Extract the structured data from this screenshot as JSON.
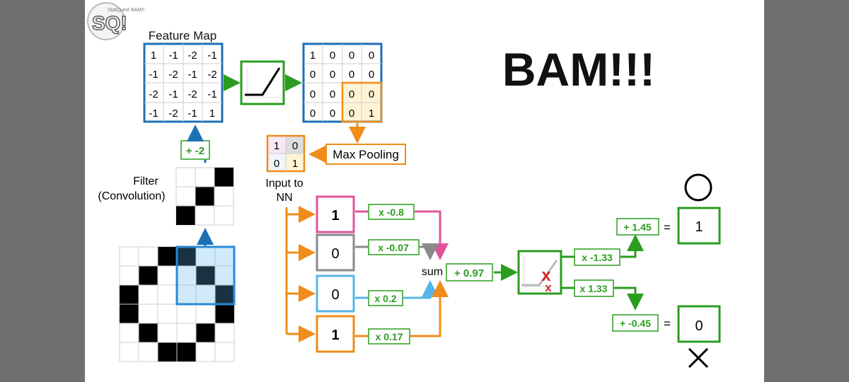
{
  "logo": {
    "text": "SQ!",
    "small_text": "StatQuest BAM!!"
  },
  "headline": "BAM!!!",
  "feature_map": {
    "label": "Feature Map",
    "cells": [
      [
        "1",
        "-1",
        "-2",
        "-1"
      ],
      [
        "-1",
        "-2",
        "-1",
        "-2"
      ],
      [
        "-2",
        "-1",
        "-2",
        "-1"
      ],
      [
        "-1",
        "-2",
        "-1",
        "1"
      ]
    ]
  },
  "relu_output": {
    "cells": [
      [
        "1",
        "0",
        "0",
        "0"
      ],
      [
        "0",
        "0",
        "0",
        "0"
      ],
      [
        "0",
        "0",
        "0",
        "0"
      ],
      [
        "0",
        "0",
        "0",
        "1"
      ]
    ]
  },
  "bias_label": "+ -2",
  "filter": {
    "label_line1": "Filter",
    "label_line2": "(Convolution)"
  },
  "max_pooling_label": "Max Pooling",
  "pooled": {
    "cells": [
      [
        "1",
        "0"
      ],
      [
        "0",
        "1"
      ]
    ]
  },
  "nn_input_label": {
    "line1": "Input to",
    "line2": "NN"
  },
  "nn_inputs": [
    {
      "value": "1",
      "weight": "x -0.8",
      "color": "#e0559a"
    },
    {
      "value": "0",
      "weight": "x -0.07",
      "color": "#8a8a8a"
    },
    {
      "value": "0",
      "weight": "x 0.2",
      "color": "#56b4e9"
    },
    {
      "value": "1",
      "weight": "x 0.17",
      "color": "#ef8c1a"
    }
  ],
  "sum_label": "sum",
  "hidden_bias": "+ 0.97",
  "outputs": [
    {
      "weight": "x -1.33",
      "bias": "+ 1.45",
      "equals": "=",
      "value": "1",
      "symbol": "circle"
    },
    {
      "weight": "x 1.33",
      "bias": "+ -0.45",
      "equals": "=",
      "value": "0",
      "symbol": "cross"
    }
  ],
  "relu_marks": "x",
  "colors": {
    "blue": "#1f6fb5",
    "green": "#2a9d1f",
    "orange": "#ef8c1a",
    "pink": "#e0559a",
    "gray": "#8a8a8a",
    "lightblue": "#56b4e9",
    "red": "#d62728"
  }
}
